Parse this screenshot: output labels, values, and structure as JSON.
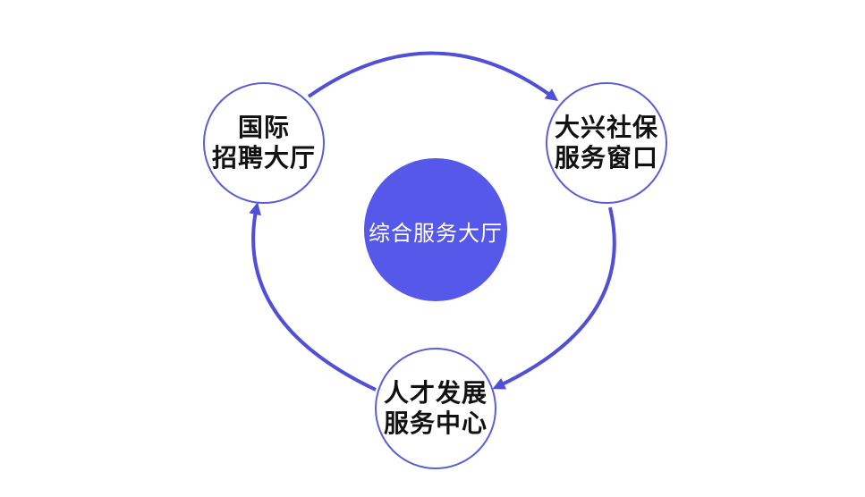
{
  "diagram": {
    "center": {
      "label": "综合服务大厅",
      "fill": "#5558E8"
    },
    "nodes": [
      {
        "id": "top-left",
        "line1": "国际",
        "line2": "招聘大厅"
      },
      {
        "id": "top-right",
        "line1": "大兴社保",
        "line2": "服务窗口"
      },
      {
        "id": "bottom",
        "line1": "人才发展",
        "line2": "服务中心"
      }
    ],
    "colors": {
      "cycle_stroke": "#4F4FD8",
      "node_stroke": "#5A5FD6",
      "node_fill": "#ffffff",
      "text": "#111111"
    },
    "flow": "clockwise"
  }
}
